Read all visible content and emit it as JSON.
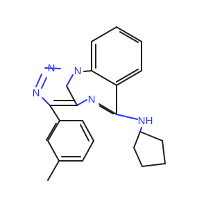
{
  "molecule": {
    "atom_labels": {
      "n_triazole_1": "N",
      "n_triazole_2": "N",
      "n_triazole_3": "N",
      "n_quinazoline": "N",
      "n_amine": "N",
      "h_amine": "H"
    },
    "colors": {
      "bond": "#202020",
      "nitrogen": "#2b32ff",
      "background": "#ffffff"
    }
  }
}
